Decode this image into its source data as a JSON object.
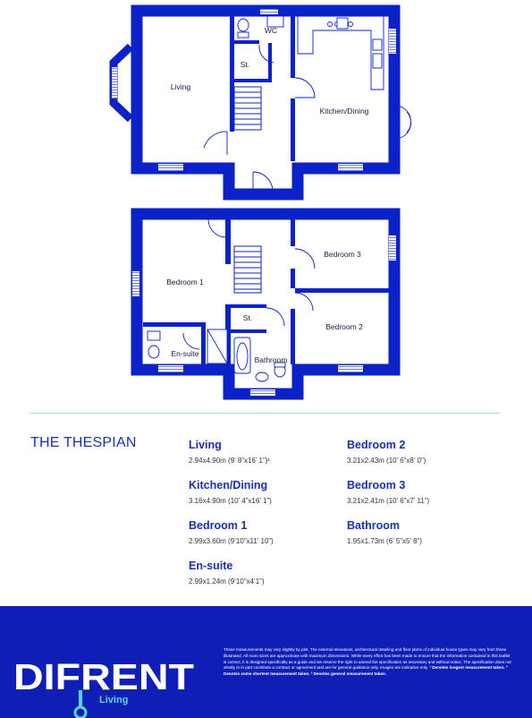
{
  "rooms_ground": {
    "living": "Living",
    "wc": "WC",
    "store": "St.",
    "kitchen": "Kitchen/Dining"
  },
  "rooms_first": {
    "bedroom1": "Bedroom 1",
    "bedroom2": "Bedroom 2",
    "bedroom3": "Bedroom 3",
    "store": "St.",
    "ensuite": "En-suite",
    "bathroom": "Bathroom"
  },
  "house_name": "THE THESPIAN",
  "specs": [
    {
      "name": "Living",
      "dims": "2.94x4.90m (9’ 8”x16’ 1”)¹"
    },
    {
      "name": "Kitchen/Dining",
      "dims": "3.16x4.90m (10’ 4”x16’ 1”)"
    },
    {
      "name": "Bedroom 1",
      "dims": "2.99x3.60m (9’10”x11’ 10”)"
    },
    {
      "name": "En-suite",
      "dims": "2.99x1.24m (9’10”x4’1”)"
    },
    {
      "name": "Bedroom 2",
      "dims": "3.21x2.43m (10’ 6”x8’ 0”)"
    },
    {
      "name": "Bedroom 3",
      "dims": "3.21x2.41m (10’ 6”x7’ 11”)"
    },
    {
      "name": "Bathroom",
      "dims": "1.95x1.73m (6’ 5”x5’ 8”)"
    }
  ],
  "disclaimer": {
    "text": "These measurements may vary slightly by plot. The external elevations, architectural detailing and floor plans of individual house types may vary from those illustrated. All room sizes are approximate with maximum dimensions. While every effort has been made to ensure that the information contained in this leaflet is correct, it is designed specifically as a guide and we reserve the right to amend the specification as necessary and without notice. The specification does not wholly or in part constitute a contract or agreement and are for general guidance only. Images are indicative only. ",
    "note1": "¹ Denotes longest measurement taken.",
    "note2": " ² Denotes some shortest measurement taken.",
    "note3": " ³ Denotes general measurement taken."
  },
  "brand": {
    "wordmark": "DIFRENT",
    "sub": "Living",
    "wall_color": "#0b22c9",
    "brand_color": "#1b2fb8",
    "footer_color": "#0f1fb5",
    "accent_color": "#5ad3e4"
  }
}
